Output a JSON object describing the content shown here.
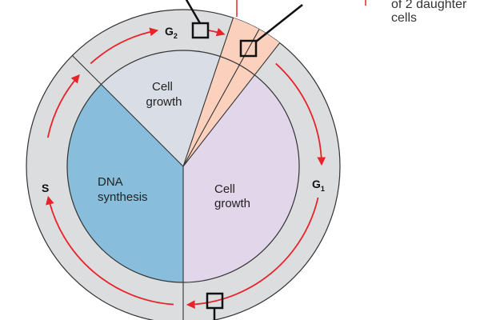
{
  "diagram": {
    "phases": {
      "s": "S",
      "g1_main": "G",
      "g1_sub": "1",
      "g2_main": "G",
      "g2_sub": "2"
    },
    "sectors": {
      "g2_line1": "Cell",
      "g2_line2": "growth",
      "s_line1": "DNA",
      "s_line2": "synthesis",
      "g1_line1": "Cell",
      "g1_line2": "growth"
    },
    "note": {
      "line1": "of 2 daughter",
      "line2": "cells"
    },
    "colors": {
      "ring": "#dcdddf",
      "g2_sector": "#d9dde6",
      "s_sector": "#88bedb",
      "g1_sector": "#e2d6ea",
      "mitosis_wedge": "#fbd1bd",
      "arrows": "#e8232a",
      "outline": "#222222"
    }
  }
}
